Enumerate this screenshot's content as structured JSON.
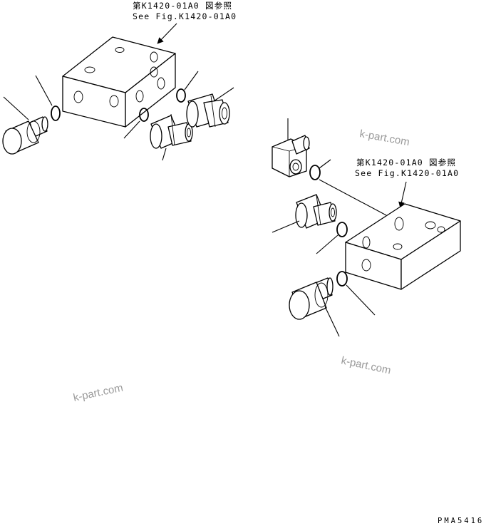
{
  "diagram": {
    "reference_top": {
      "line1": "第K1420-01A0 図参照",
      "line2": "See Fig.K1420-01A0"
    },
    "reference_right": {
      "line1": "第K1420-01A0 図参照",
      "line2": "See Fig.K1420-01A0"
    },
    "watermarks": [
      "k-part.com",
      "k-part.com",
      "k-part.com"
    ],
    "drawing_code": "PMA5416"
  }
}
